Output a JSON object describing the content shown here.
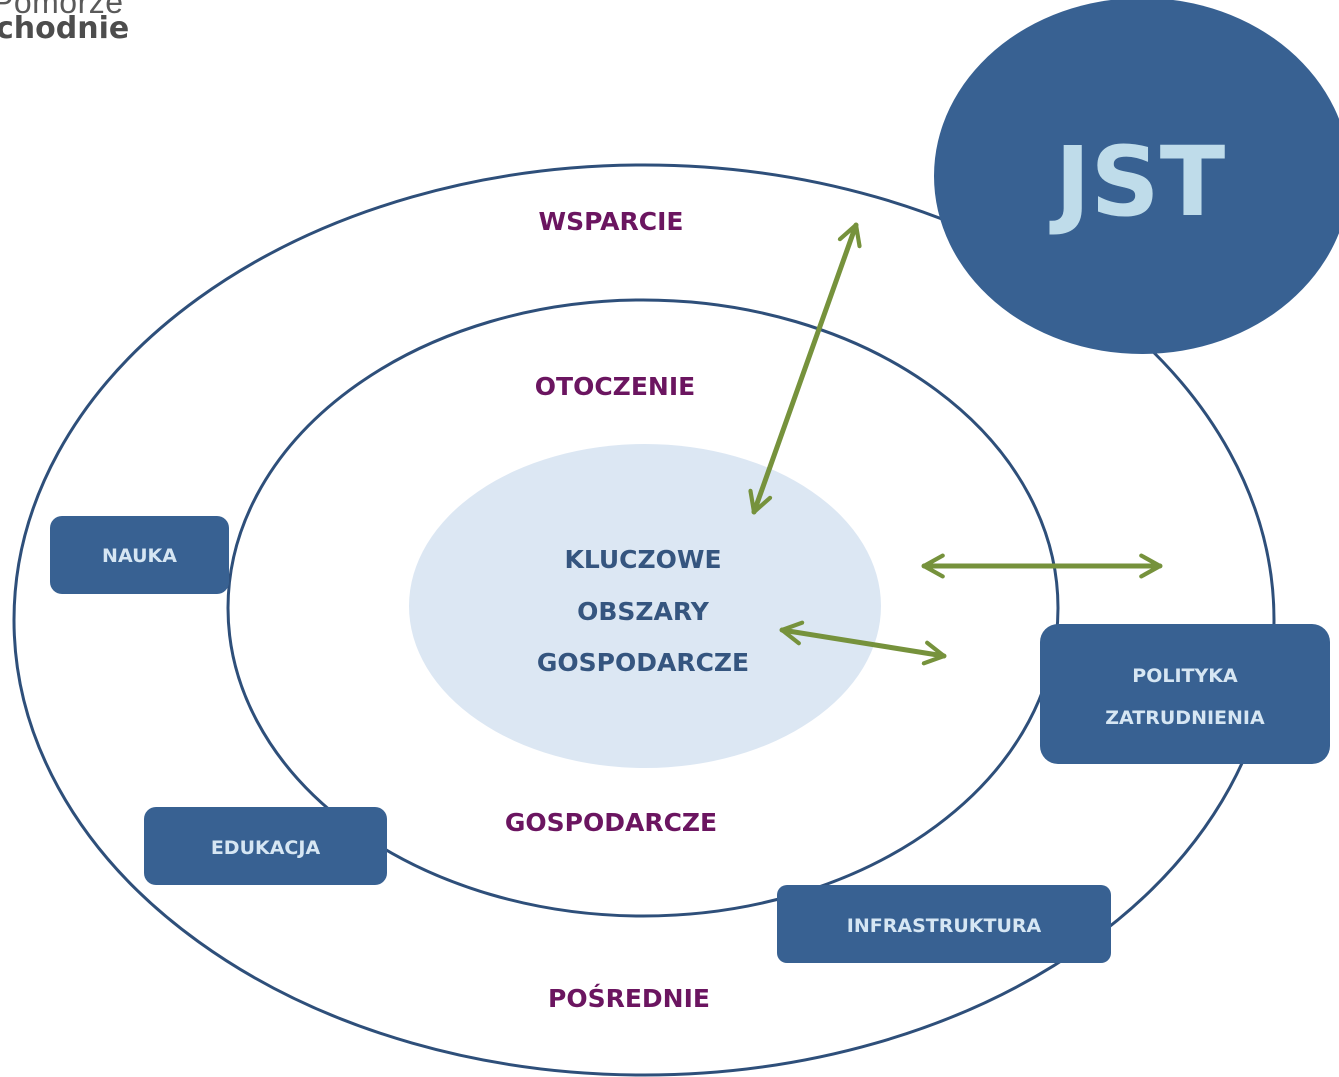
{
  "logo": {
    "line1": "Pomorze",
    "line2": "chodnie"
  },
  "jst": {
    "label": "JST"
  },
  "rings": {
    "outer_top": "WSPARCIE",
    "inner_top": "OTOCZENIE",
    "inner_bottom": "GOSPODARCZE",
    "outer_bottom": "POŚREDNIE"
  },
  "core": {
    "line1": "KLUCZOWE",
    "line2": "OBSZARY",
    "line3": "GOSPODARCZE"
  },
  "boxes": {
    "nauka": "NAUKA",
    "edukacja": "EDUKACJA",
    "polityka_line1": "POLITYKA",
    "polityka_line2": "ZATRUDNIENIA",
    "infrastruktura": "INFRASTRUKTURA"
  },
  "colors": {
    "dark_blue": "#386192",
    "ring_stroke": "#2e4f7a",
    "core_fill": "#dce7f3",
    "arrow_green": "#76923c",
    "ring_label": "#6b1560",
    "core_label": "#35557f",
    "box_text": "#d6e6f3",
    "jst_text": "#bfdcea"
  }
}
